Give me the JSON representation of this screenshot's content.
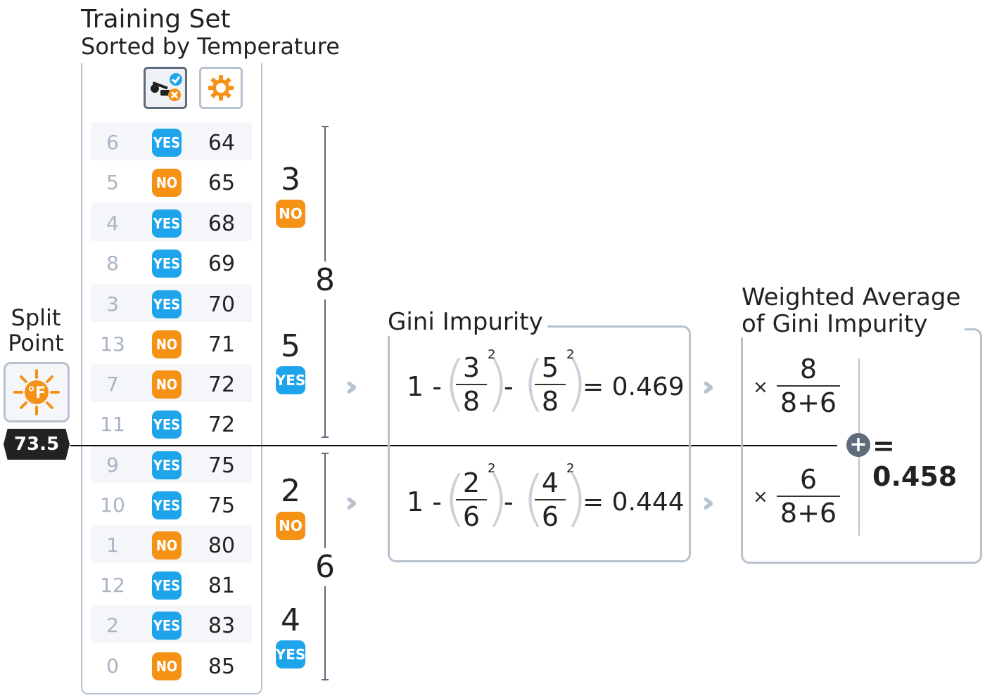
{
  "header": {
    "title": "Training Set",
    "subtitle": "Sorted by Temperature",
    "icons": [
      "golf-yes-no-icon",
      "sun-icon"
    ]
  },
  "split": {
    "label_line1": "Split",
    "label_line2": "Point",
    "icon": "sun-fahrenheit-icon",
    "value": "73.5"
  },
  "rows": [
    {
      "index": "6",
      "play": "YES",
      "temp": "64"
    },
    {
      "index": "5",
      "play": "NO",
      "temp": "65"
    },
    {
      "index": "4",
      "play": "YES",
      "temp": "68"
    },
    {
      "index": "8",
      "play": "YES",
      "temp": "69"
    },
    {
      "index": "3",
      "play": "YES",
      "temp": "70"
    },
    {
      "index": "13",
      "play": "NO",
      "temp": "71"
    },
    {
      "index": "7",
      "play": "NO",
      "temp": "72"
    },
    {
      "index": "11",
      "play": "YES",
      "temp": "72"
    },
    {
      "index": "9",
      "play": "YES",
      "temp": "75"
    },
    {
      "index": "10",
      "play": "YES",
      "temp": "75"
    },
    {
      "index": "1",
      "play": "NO",
      "temp": "80"
    },
    {
      "index": "12",
      "play": "YES",
      "temp": "81"
    },
    {
      "index": "2",
      "play": "YES",
      "temp": "83"
    },
    {
      "index": "0",
      "play": "NO",
      "temp": "85"
    }
  ],
  "groups": {
    "top": {
      "no_count": "3",
      "no_label": "NO",
      "yes_count": "5",
      "yes_label": "YES",
      "total": "8"
    },
    "bottom": {
      "no_count": "2",
      "no_label": "NO",
      "yes_count": "4",
      "yes_label": "YES",
      "total": "6"
    }
  },
  "gini": {
    "label": "Gini Impurity",
    "top": {
      "one": "1 -",
      "a_num": "3",
      "a_den": "8",
      "minus": "-",
      "b_num": "5",
      "b_den": "8",
      "exp": "2",
      "result": "= 0.469"
    },
    "bottom": {
      "one": "1 -",
      "a_num": "2",
      "a_den": "6",
      "minus": "-",
      "b_num": "4",
      "b_den": "6",
      "exp": "2",
      "result": "= 0.444"
    }
  },
  "weighted": {
    "label_line1": "Weighted Average",
    "label_line2": "of Gini Impurity",
    "top": {
      "times": "×",
      "num": "8",
      "den": "8+6"
    },
    "bottom": {
      "times": "×",
      "num": "6",
      "den": "8+6"
    },
    "result": "= 0.458"
  },
  "colors": {
    "yes": "#1ea4ea",
    "no": "#f59216",
    "frame": "#b7c2cf",
    "dark": "#222222"
  }
}
